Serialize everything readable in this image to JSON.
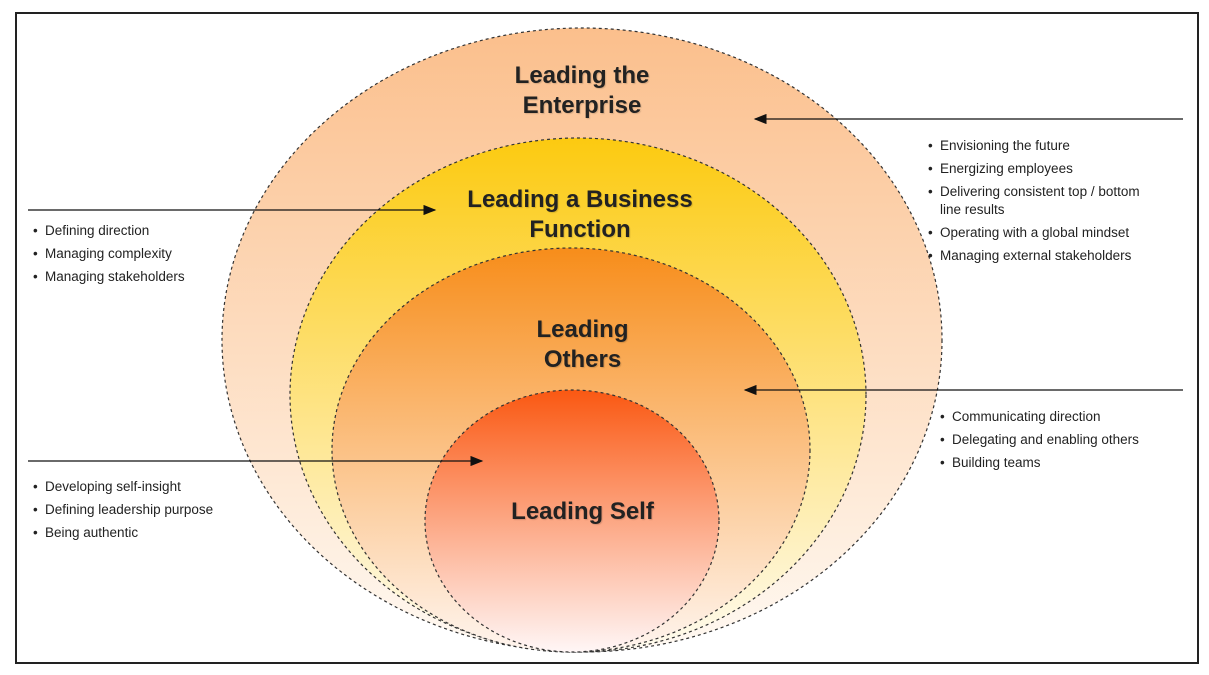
{
  "levels": [
    {
      "title": "Leading the Enterprise",
      "color_top": "#fbbf8c",
      "color_bottom": "#fff9f2"
    },
    {
      "title": "Leading a Business Function",
      "color_top": "#fcca10",
      "color_bottom": "#fffbef"
    },
    {
      "title": "Leading Others",
      "color_top": "#f78d1a",
      "color_bottom": "#fff5ef"
    },
    {
      "title": "Leading Self",
      "color_top": "#fa5812",
      "color_bottom": "#fff6f6"
    }
  ],
  "enterprise_bullets": [
    "Envisioning the future",
    "Energizing employees",
    "Delivering consistent top / bottom line results",
    "Operating with a global mindset",
    "Managing external stakeholders"
  ],
  "business_bullets": [
    "Defining direction",
    "Managing complexity",
    "Managing stakeholders"
  ],
  "others_bullets": [
    "Communicating direction",
    "Delegating and enabling others",
    "Building teams"
  ],
  "self_bullets": [
    "Developing self-insight",
    "Defining leadership purpose",
    "Being authentic"
  ]
}
